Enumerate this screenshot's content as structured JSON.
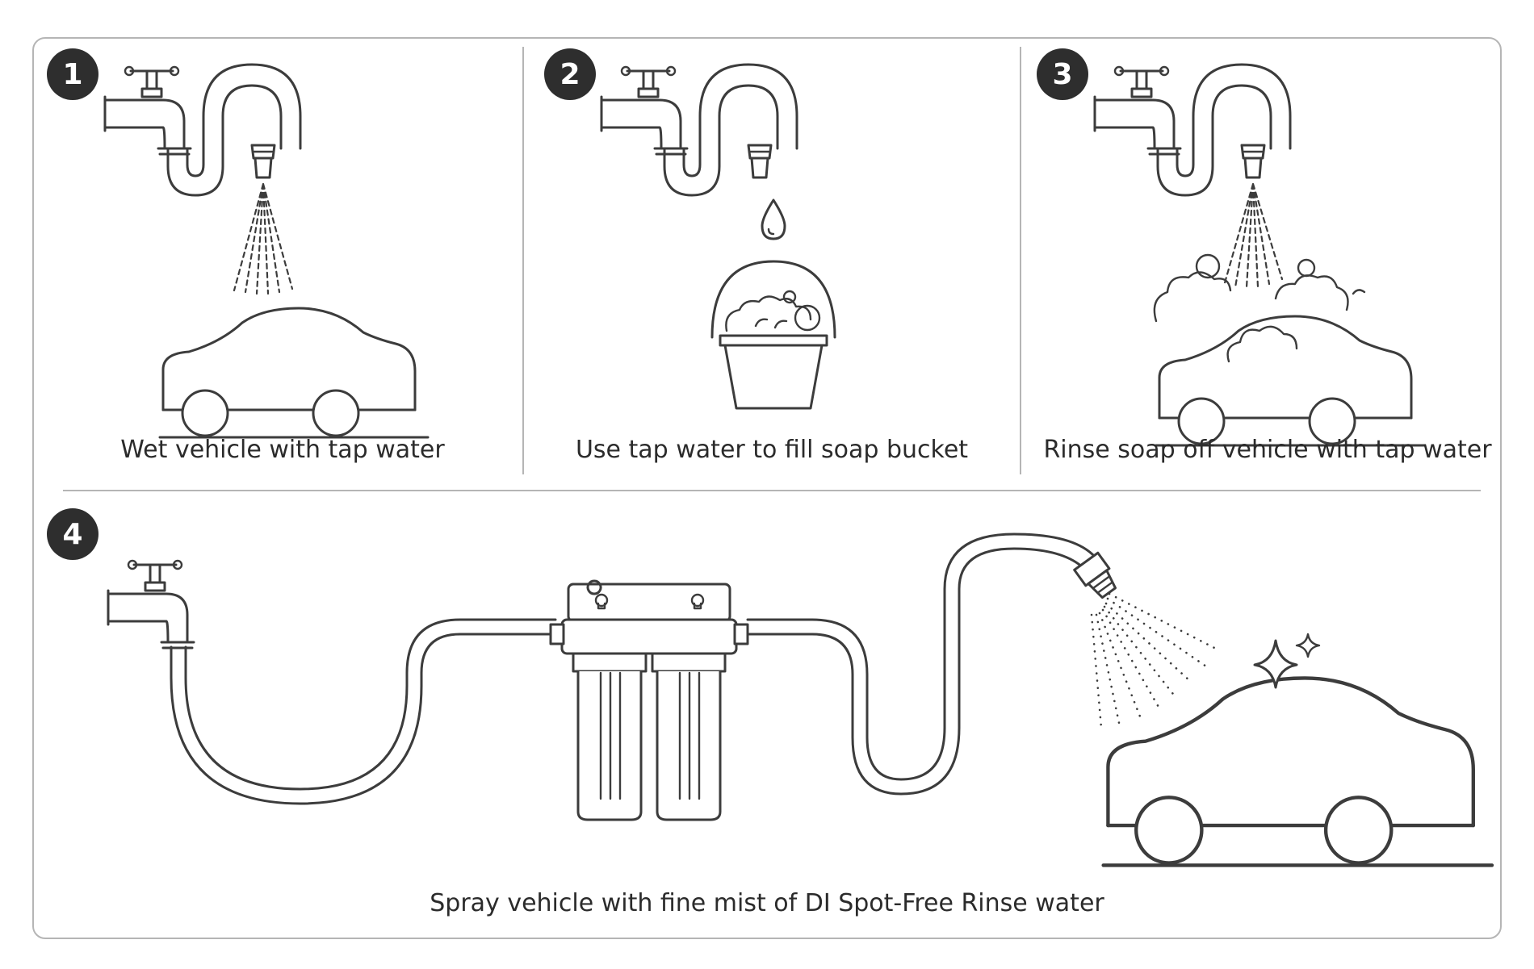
{
  "steps": [
    {
      "number": "1",
      "caption": "Wet vehicle with tap water"
    },
    {
      "number": "2",
      "caption": "Use tap water to fill soap bucket"
    },
    {
      "number": "3",
      "caption": "Rinse soap off vehicle with tap water"
    },
    {
      "number": "4",
      "caption": "Spray vehicle with fine mist of DI Spot-Free Rinse water"
    }
  ],
  "colors": {
    "line": "#3c3c3c",
    "badge": "#2e2e2e",
    "border": "#b5b5b5"
  }
}
